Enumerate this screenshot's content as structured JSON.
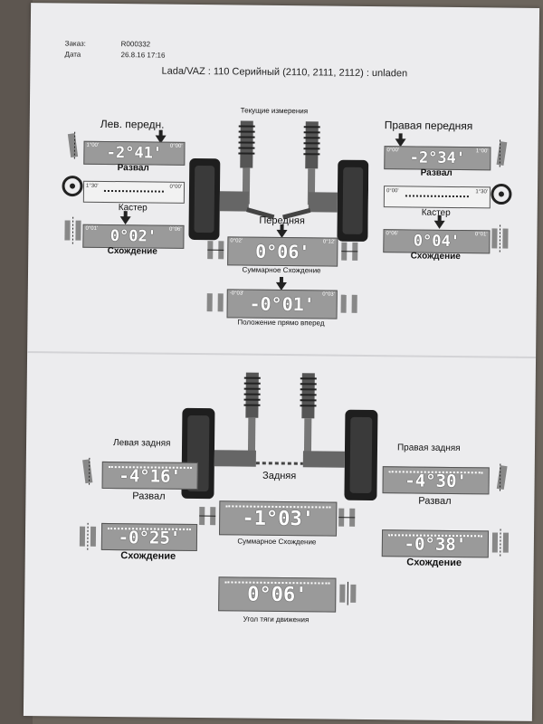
{
  "header": {
    "order_label": "Заказ:",
    "order_value": "R000332",
    "date_label": "Дата",
    "date_value": "26.8.16 17:16",
    "vehicle": "Lada/VAZ : 110 Серийный (2110, 2111, 2112) : unladen"
  },
  "front": {
    "current_measurements": "Текущие измерения",
    "title": "Передняя",
    "left": {
      "title": "Лев. передн.",
      "camber": {
        "value": "-2°41'",
        "min": "1°00'",
        "max": "0°00'",
        "label": "Развал"
      },
      "caster": {
        "min": "1°30'",
        "max": "0°00'",
        "label": "Кастер"
      },
      "toe": {
        "value": "0°02'",
        "min": "0°01'",
        "max": "0°06'",
        "label": "Схождение"
      }
    },
    "right": {
      "title": "Правая передняя",
      "camber": {
        "value": "-2°34'",
        "min": "0°00'",
        "max": "1°00'",
        "label": "Развал"
      },
      "caster": {
        "min": "0°00'",
        "max": "1°30'",
        "label": "Кастер"
      },
      "toe": {
        "value": "0°04'",
        "min": "0°06'",
        "max": "0°01'",
        "label": "Схождение"
      }
    },
    "total_toe": {
      "value": "0°06'",
      "min": "0°02'",
      "max": "0°12'",
      "label": "Суммарное Схождение"
    },
    "straight_ahead": {
      "value": "-0°01'",
      "min": "-0°03'",
      "max": "0°03'",
      "label": "Положение прямо вперед"
    }
  },
  "rear": {
    "title": "Задняя",
    "left": {
      "title": "Левая задняя",
      "camber": {
        "value": "-4°16'",
        "label": "Развал"
      },
      "toe": {
        "value": "-0°25'",
        "label": "Схождение"
      }
    },
    "right": {
      "title": "Правая задняя",
      "camber": {
        "value": "-4°30'",
        "label": "Развал"
      },
      "toe": {
        "value": "-0°38'",
        "label": "Схождение"
      }
    },
    "total_toe": {
      "value": "-1°03'",
      "label": "Суммарное Схождение"
    },
    "thrust_angle": {
      "value": "0°06'",
      "label": "Угол тяги движения"
    }
  }
}
